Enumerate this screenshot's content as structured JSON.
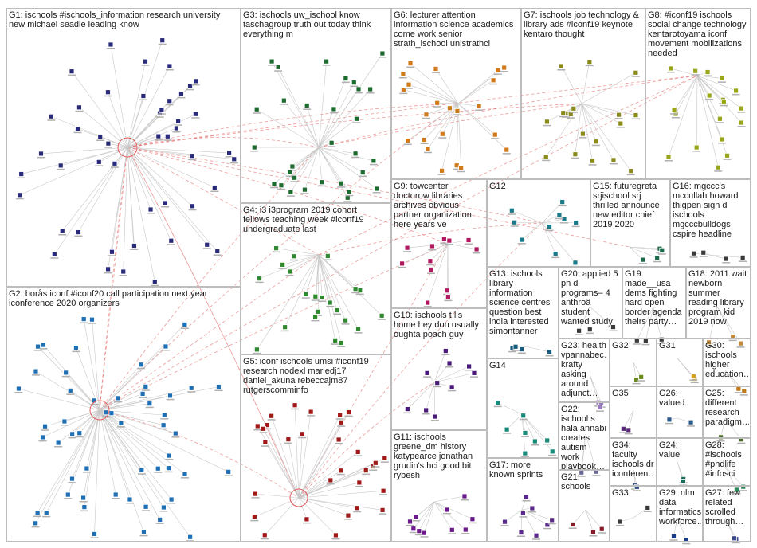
{
  "graph": {
    "groups": [
      {
        "id": "G1",
        "label": "G1: ischools #ischools_information research university new michael seadle leading know",
        "color": "#2a2a7a"
      },
      {
        "id": "G2",
        "label": "G2: borås iconf #iconf20 call participation next year iconference 2020 organizers",
        "color": "#1f6fb4"
      },
      {
        "id": "G3",
        "label": "G3: ischools uw_ischool know taschagroup truth out today think everything m",
        "color": "#1d6b2f"
      },
      {
        "id": "G4",
        "label": "G4: i3 i3program 2019 cohort fellows teaching week #iconf19 undergraduate last",
        "color": "#2f8a2f"
      },
      {
        "id": "G5",
        "label": "G5: iconf ischools umsi #iconf19 research nodexl mariedj17 daniel_akuna rebeccajm87 rutgerscomminfo",
        "color": "#a01818"
      },
      {
        "id": "G6",
        "label": "G6: lecturer attention information science academics come work senior strath_ischool unistrathcl",
        "color": "#d07a1a"
      },
      {
        "id": "G7",
        "label": "G7: ischools job technology & library ads #iconf19 keynote kentaro thought",
        "color": "#8a8a1a"
      },
      {
        "id": "G8",
        "label": "G8: #iconf19 ischools social change technology kentarotoyama iconf movement mobilizations needed",
        "color": "#9aa61a"
      },
      {
        "id": "G9",
        "label": "G9: towcenter doctorow libraries archives obvious partner organization here years ve",
        "color": "#b01860"
      },
      {
        "id": "G10",
        "label": "G10: ischools t lis home hey don usually oughta poach guy",
        "color": "#4a1a7a"
      },
      {
        "id": "G11",
        "label": "G11: ischools greene_dm history katypearce jonathan grudin's hci good bit rybesh",
        "color": "#6a1a8a"
      },
      {
        "id": "G12",
        "label": "G12",
        "color": "#1a7a8a"
      },
      {
        "id": "G13",
        "label": "G13: ischools library information science centres question best india interested simontanner",
        "color": "#1a5a7a"
      },
      {
        "id": "G14",
        "label": "G14",
        "color": "#1a8a7a"
      },
      {
        "id": "G15",
        "label": "G15: futuregreta srjischool srj thrilled announce new editor chief 2019 2020",
        "color": "#1a6a4a"
      },
      {
        "id": "G16",
        "label": "G16: mgccc's mccullah howard thigpen sign d ischools mgcccbulldogs cspire headline",
        "color": "#3a3a3a"
      },
      {
        "id": "G17",
        "label": "G17: more known sprints",
        "color": "#5a2a8a"
      },
      {
        "id": "G18",
        "label": "G18: 2011 wait newborn summer reading library program kid 2019 now",
        "color": "#c08a3a"
      },
      {
        "id": "G19",
        "label": "G19: made__usa dems fighting hard open border agenda theirs party…",
        "color": "#3a3a3a"
      },
      {
        "id": "G20",
        "label": "G20: applied 5 ph d programs– 4 anthroâ student wanted study",
        "color": "#3a3a3a"
      },
      {
        "id": "G21",
        "label": "G21: schools",
        "color": "#8a1a2a"
      },
      {
        "id": "G22",
        "label": "G22: ischool s hala annabi creates autism work playbook…",
        "color": "#6a6a9a"
      },
      {
        "id": "G23",
        "label": "G23: health vpannabec… krafty asking around adjunct…",
        "color": "#9a7ac0"
      },
      {
        "id": "G24",
        "label": "G24: value",
        "color": "#1a6a5a"
      },
      {
        "id": "G25",
        "label": "G25: different research paradigm…",
        "color": "#4a6a2a"
      },
      {
        "id": "G26",
        "label": "G26: valued",
        "color": "#2a5a8a"
      },
      {
        "id": "G27",
        "label": "G27: few related scrolled through…",
        "color": "#3a4a8a"
      },
      {
        "id": "G28",
        "label": "G28: #ischools #phdlife #infosci",
        "color": "#2a8a5a"
      },
      {
        "id": "G29",
        "label": "G29: nlm data informatics workforce…",
        "color": "#1a3a8a"
      },
      {
        "id": "G30",
        "label": "G30: ischools higher education…",
        "color": "#c07a1a"
      },
      {
        "id": "G31",
        "label": "G31",
        "color": "#d0a020"
      },
      {
        "id": "G32",
        "label": "G32",
        "color": "#6a8a1a"
      },
      {
        "id": "G33",
        "label": "G33",
        "color": "#3a3a3a"
      },
      {
        "id": "G34",
        "label": "G34: faculty ischools dr iconferen…",
        "color": "#2a4a7a"
      },
      {
        "id": "G35",
        "label": "G35",
        "color": "#5a2a7a"
      }
    ],
    "colors": {
      "box_border": "#bdbdbd",
      "edge": "#c8c8c8",
      "cross_edge": "#e05a5a",
      "label_text": "#1a1a1a"
    }
  }
}
